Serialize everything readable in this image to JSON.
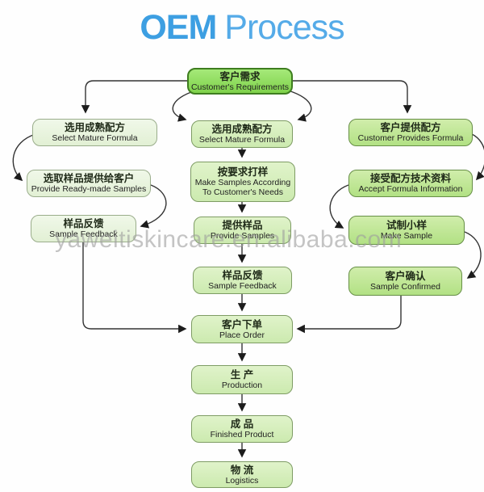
{
  "title": {
    "bold": "OEM",
    "regular": "Process"
  },
  "watermark": "yaweitiskincare.en.alibaba.com",
  "colors": {
    "title_bold": "#3d9fe2",
    "title_regular": "#55abe8",
    "node_bright_fill": "#8ede58",
    "node_pale_fill": "#e9f4df",
    "node_light_fill": "#d6efbe",
    "node_medium_fill": "#c0e79a",
    "node_bright_border": "#3e7d1f",
    "connector": "#333333",
    "watermark_gray": "#9e9e9e"
  },
  "nodes": {
    "customer_requirements": {
      "zh": "客户需求",
      "en": "Customer's Requirements"
    },
    "select_mature_formula_left": {
      "zh": "选用成熟配方",
      "en": "Select Mature Formula"
    },
    "provide_ready_made_samples": {
      "zh": "选取样品提供给客户",
      "en": "Provide Ready-made Samples"
    },
    "sample_feedback_left": {
      "zh": "样品反馈",
      "en": "Sample Feedback"
    },
    "select_mature_formula_mid": {
      "zh": "选用成熟配方",
      "en": "Select Mature Formula"
    },
    "make_samples_according": {
      "zh": "按要求打样",
      "en": "Make Samples According To Customer's Needs"
    },
    "provide_samples": {
      "zh": "提供样品",
      "en": "Provide Samples"
    },
    "sample_feedback_mid": {
      "zh": "样品反馈",
      "en": "Sample Feedback"
    },
    "customer_provides_formula": {
      "zh": "客户提供配方",
      "en": "Customer Provides Formula"
    },
    "accept_formula_information": {
      "zh": "接受配方技术资料",
      "en": "Accept Formula Information"
    },
    "make_sample": {
      "zh": "试制小样",
      "en": "Make Sample"
    },
    "sample_confirmed": {
      "zh": "客户确认",
      "en": "Sample Confirmed"
    },
    "place_order": {
      "zh": "客户下单",
      "en": "Place Order"
    },
    "production": {
      "zh": "生 产",
      "en": "Production"
    },
    "finished_product": {
      "zh": "成 品",
      "en": "Finished Product"
    },
    "logistics": {
      "zh": "物 流",
      "en": "Logistics"
    }
  },
  "edges": [
    "customer_requirements->select_mature_formula_left",
    "customer_requirements->select_mature_formula_mid",
    "customer_requirements->customer_provides_formula",
    "select_mature_formula_left->provide_ready_made_samples",
    "provide_ready_made_samples->sample_feedback_left",
    "sample_feedback_left->place_order",
    "select_mature_formula_mid->make_samples_according",
    "make_samples_according->provide_samples",
    "provide_samples->sample_feedback_mid",
    "sample_feedback_mid->place_order",
    "customer_provides_formula->accept_formula_information",
    "accept_formula_information->make_sample",
    "make_sample->sample_confirmed",
    "sample_confirmed->place_order",
    "place_order->production",
    "production->finished_product",
    "finished_product->logistics"
  ]
}
